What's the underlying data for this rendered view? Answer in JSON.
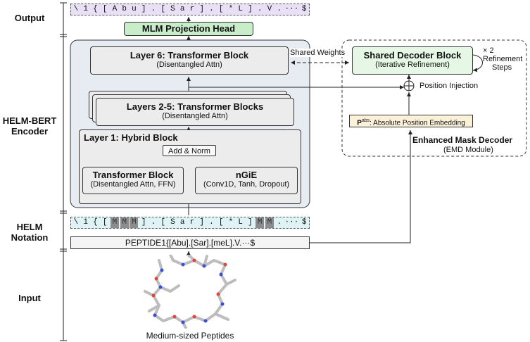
{
  "labels": {
    "output": "Output",
    "encoder": "HELM-BERT\nEncoder",
    "helm": "HELM\nNotation",
    "input": "Input"
  },
  "output_tokens": [
    "\\",
    "1",
    "{",
    "[",
    "A",
    "b",
    "u",
    "]",
    ".",
    "[",
    "S",
    "a",
    "r",
    "]",
    ".",
    "[",
    "*",
    "L",
    "]",
    ".",
    "V",
    ".",
    "···",
    "$"
  ],
  "helm_tokens": [
    "\\",
    "1",
    "{",
    "[",
    "M",
    "M",
    "M",
    "]",
    ".",
    "[",
    "S",
    "a",
    "r",
    "]",
    ".",
    "[",
    "*",
    "L",
    "]",
    "M",
    "M",
    ".",
    "···",
    "$"
  ],
  "helm_mask_indices": [
    4,
    5,
    6,
    19,
    20
  ],
  "mlm_head": "MLM Projection Head",
  "layer6": {
    "title": "Layer 6: Transformer Block",
    "sub": "(Disentangled Attn)"
  },
  "layer25": {
    "title": "Layers 2-5: Transformer Blocks",
    "sub": "(Disentangled Attn)"
  },
  "layer1": {
    "title": "Layer 1: Hybrid Block",
    "addnorm": "Add & Norm"
  },
  "transformer_block": {
    "title": "Transformer Block",
    "sub": "(Disentangled Attn, FFN)"
  },
  "ngie": {
    "title": "nGiE",
    "sub": "(Conv1D, Tanh, Dropout)"
  },
  "peptide_string": "PEPTIDE1{[Abu].[Sar].[meL].V.···$",
  "input_caption": "Medium-sized Peptides",
  "decoder": {
    "shared_weights": "Shared Weights",
    "block_title": "Shared Decoder Block",
    "block_sub": "(Iterative Refinement)",
    "times2": "× 2",
    "refinement": "Refinement",
    "steps": "Steps",
    "position_injection": "Position Injection",
    "pabs_p": "P",
    "pabs_sup": "abs",
    "pabs_text": ": Absolute Position Embedding",
    "emd_title": "Enhanced Mask Decoder",
    "emd_sub": "(EMD Module)"
  },
  "colors": {
    "mlm_green": "#c9ecc9",
    "decoder_green": "#e6f7e6",
    "output_purple": "#e8e0f5",
    "helm_cyan": "#dff2f5",
    "encoder_bg": "#e6ecf2",
    "pabs_bg": "#fbf1d8"
  }
}
